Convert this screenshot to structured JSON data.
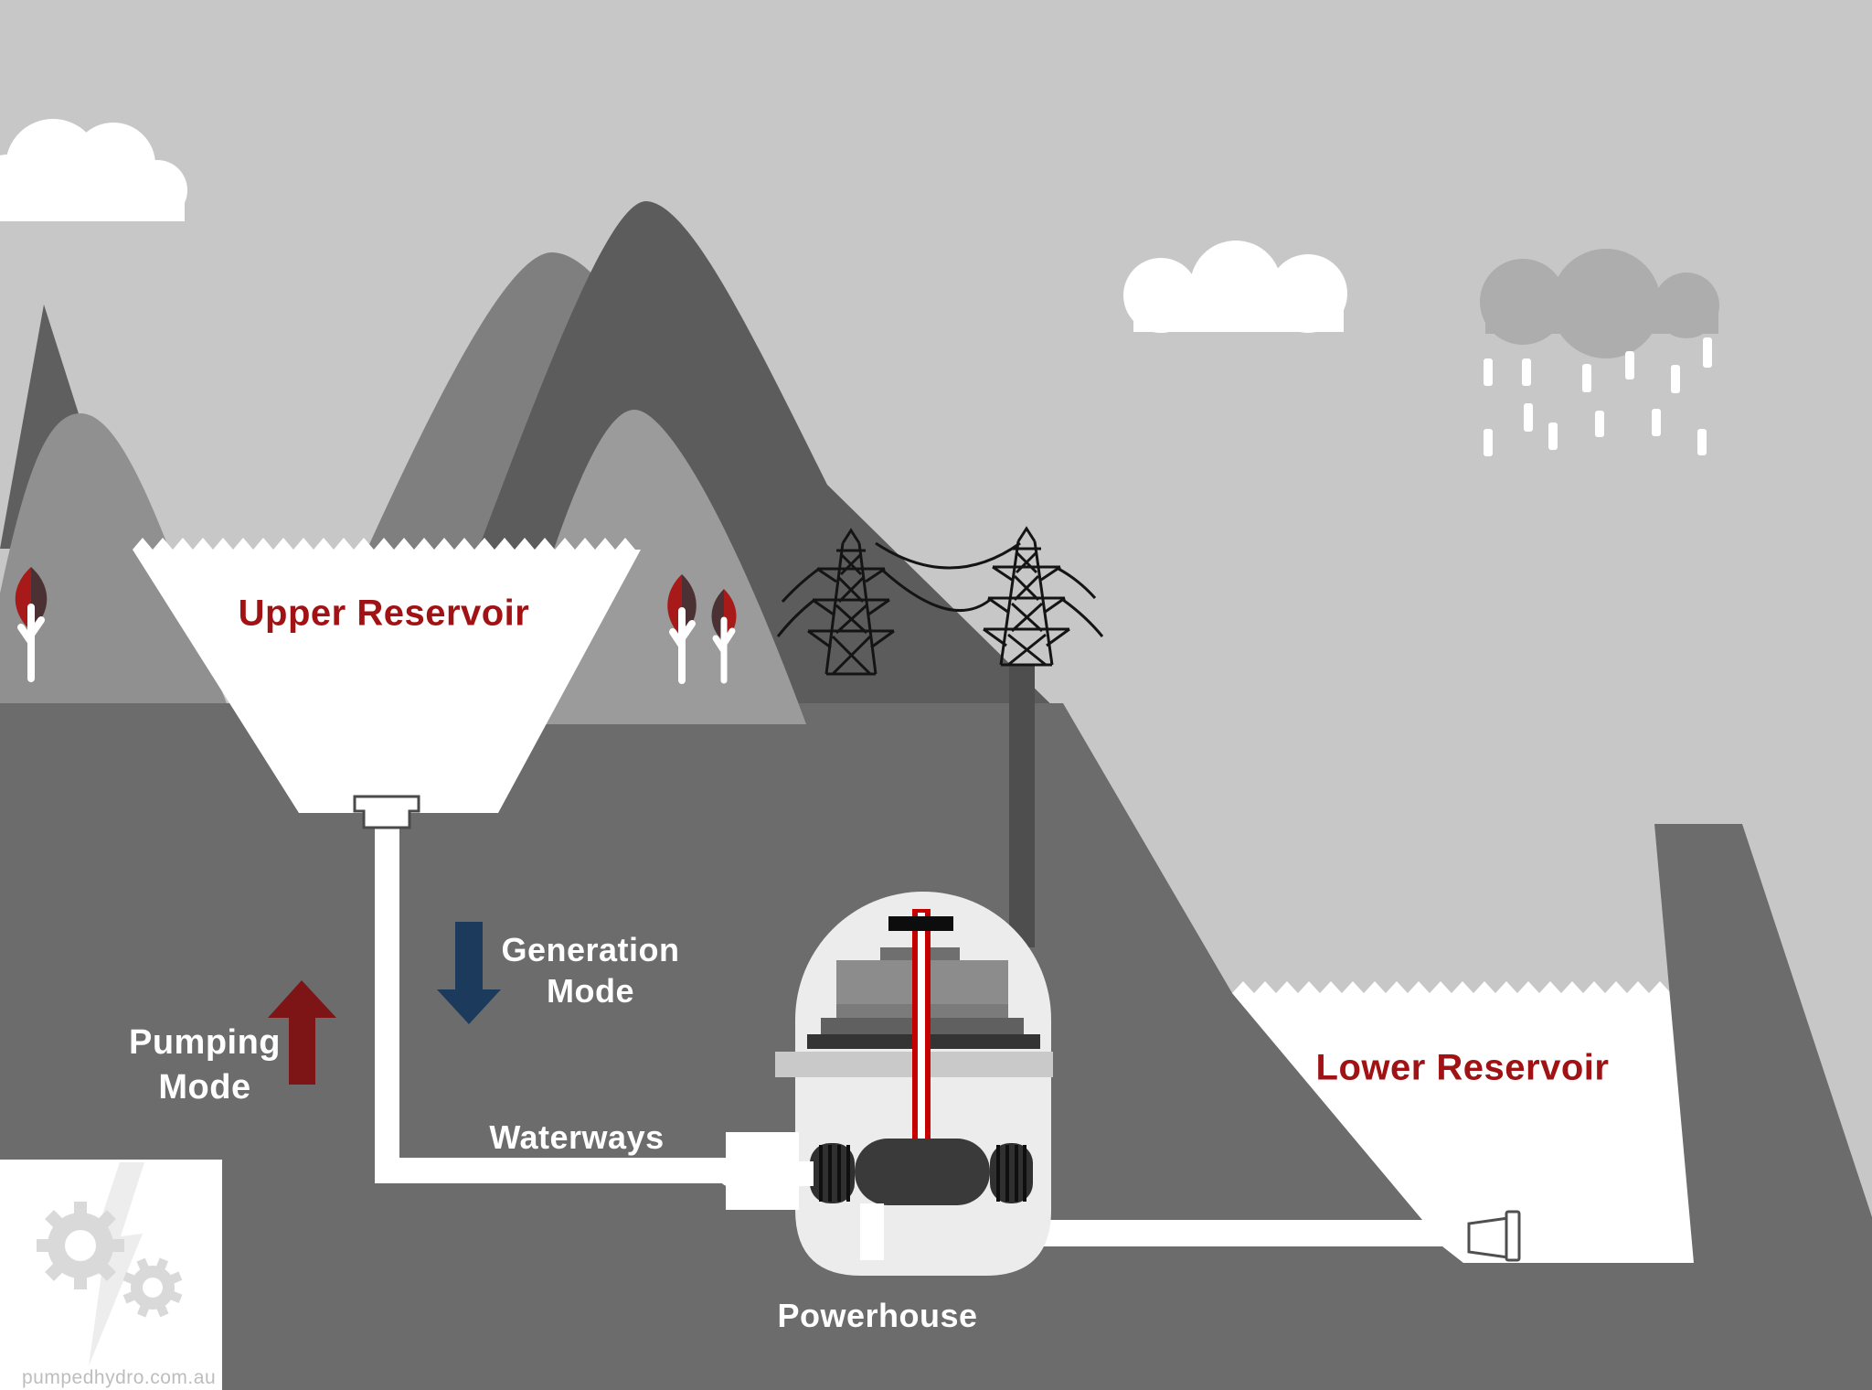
{
  "labels": {
    "upper_reservoir": "Upper Reservoir",
    "lower_reservoir": "Lower Reservoir",
    "pumping_mode": {
      "line1": "Pumping",
      "line2": "Mode"
    },
    "generation_mode": {
      "line1": "Generation",
      "line2": "Mode"
    },
    "waterways": "Waterways",
    "powerhouse": "Powerhouse"
  },
  "watermark": "pumpedhydro.com.au",
  "colors": {
    "reservoir_label_red": "#a01214",
    "pumping_arrow_red": "#7d1517",
    "generation_arrow_navy": "#1c3a5b",
    "water_white": "#ffffff",
    "tree_red": "#a81a1a",
    "tree_dark": "#4b3034",
    "sky_gray": "#c7c7c7",
    "mountain_dark": "#5c5c5c",
    "ground_gray": "#6c6c6c"
  },
  "scene": {
    "icons": [
      "cloud-icon",
      "rain-cloud-icon",
      "rain-drop-icon",
      "tree-icon",
      "transmission-tower-icon",
      "power-line-icon",
      "cable-shaft-icon",
      "upper-reservoir-water",
      "lower-reservoir-water",
      "intake-icon",
      "waterway-pipe-icon",
      "powerhouse-dome-icon",
      "generator-icon",
      "turbine-icon",
      "shaft-icon",
      "outlet-icon",
      "dam-icon",
      "pumping-arrow-up-icon",
      "generation-arrow-down-icon",
      "gear-icon",
      "lightning-bolt-icon"
    ]
  }
}
